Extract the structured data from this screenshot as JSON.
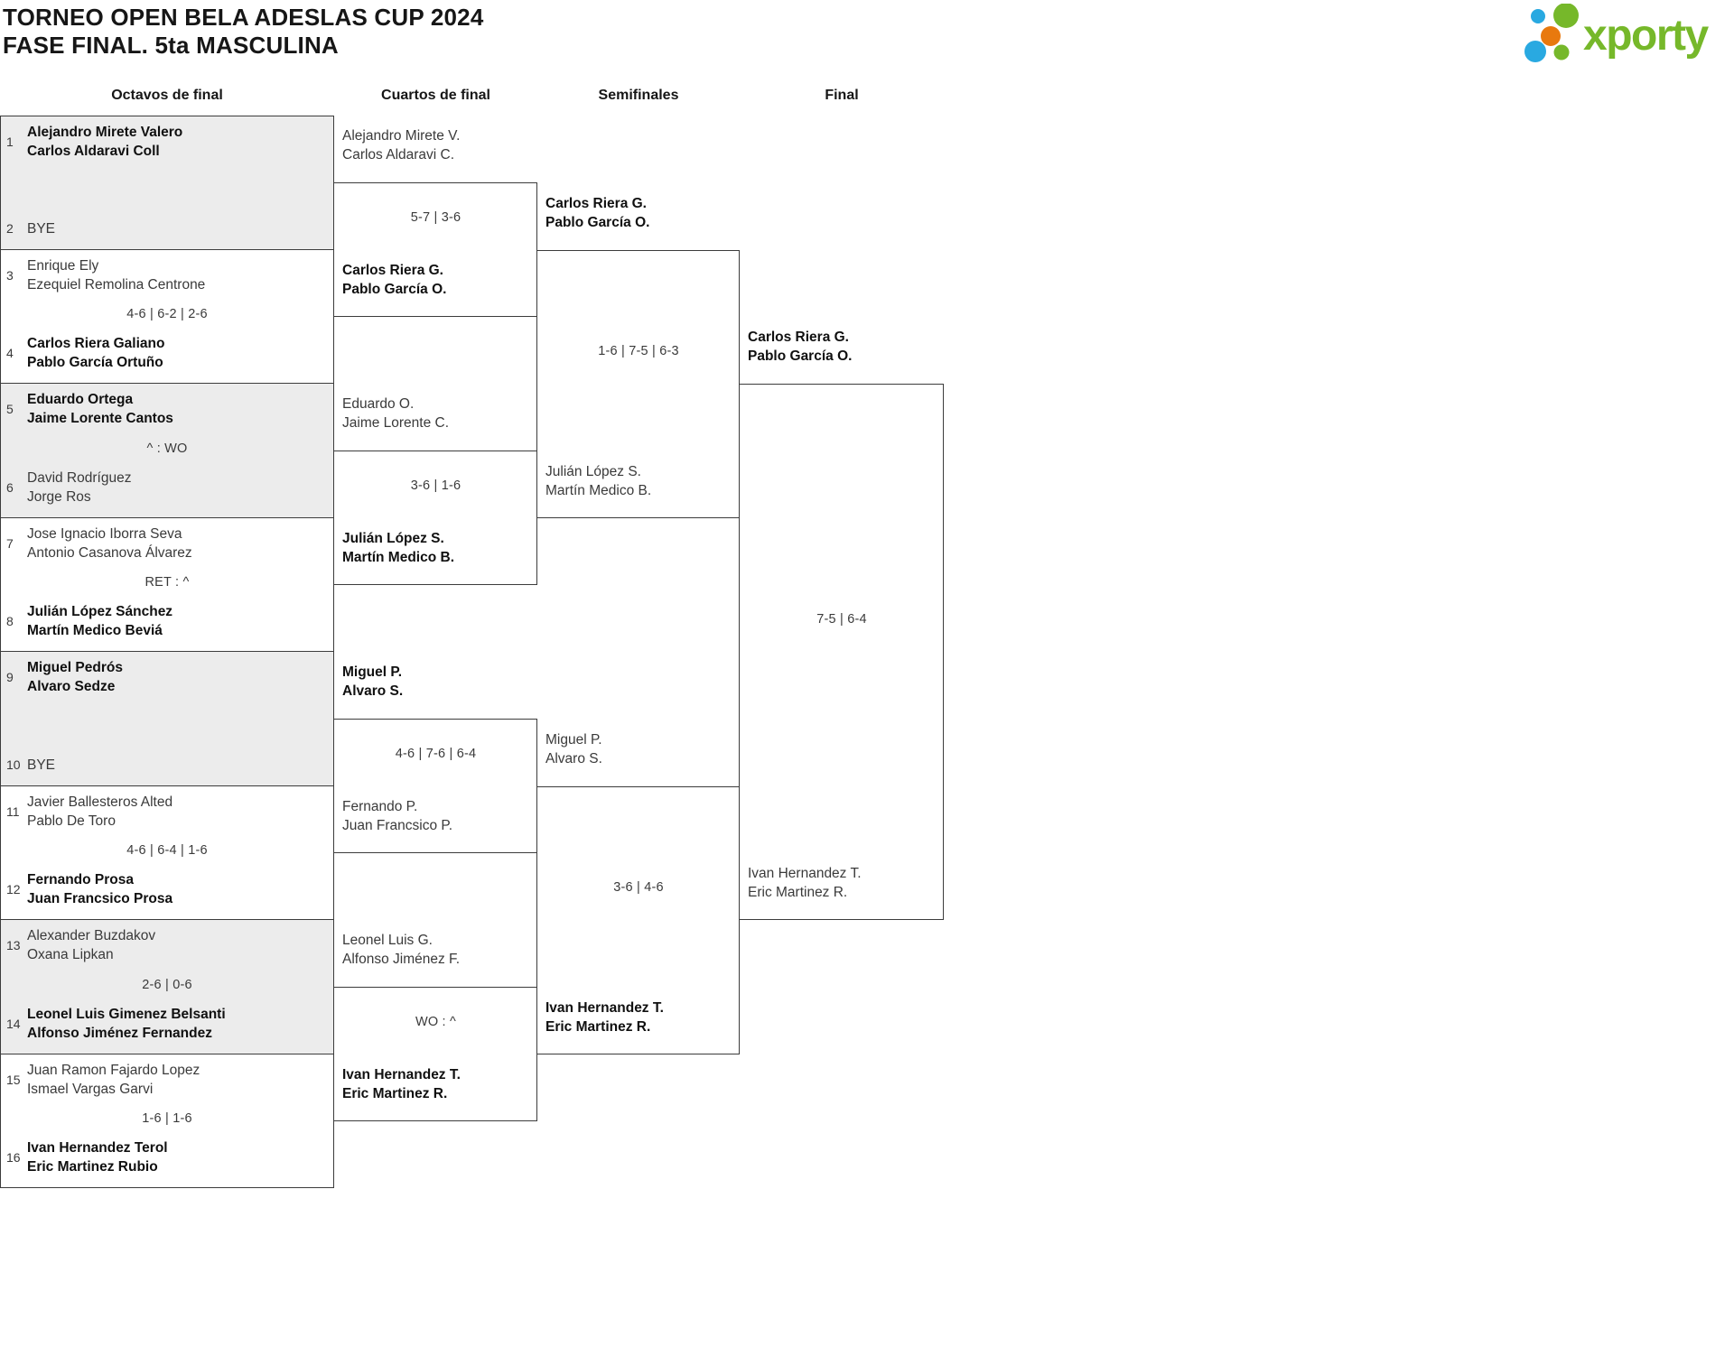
{
  "header": {
    "title_line1": "TORNEO OPEN BELA ADESLAS CUP 2024",
    "title_line2": "FASE FINAL. 5ta MASCULINA",
    "logo_text": "xporty"
  },
  "colors": {
    "line": "#3c3c3c",
    "shade": "#ececec",
    "logo_green": "#76b82a",
    "logo_blue": "#29a9e1",
    "logo_orange": "#e8790e",
    "text": "#3a3a3a",
    "text_winner": "#101010"
  },
  "columns": [
    {
      "label": "Octavos de final"
    },
    {
      "label": "Cuartos de final"
    },
    {
      "label": "Semifinales"
    },
    {
      "label": "Final"
    }
  ],
  "bracket": {
    "round16": [
      {
        "seedA": "1",
        "teamA": [
          "Alejandro Mirete Valero",
          "Carlos Aldaravi Coll"
        ],
        "winnerA": true,
        "score": "",
        "seedB": "2",
        "teamB": [
          "BYE"
        ],
        "winnerB": false,
        "shaded": true
      },
      {
        "seedA": "3",
        "teamA": [
          "Enrique Ely",
          "Ezequiel Remolina Centrone"
        ],
        "winnerA": false,
        "score": "4-6 | 6-2 | 2-6",
        "seedB": "4",
        "teamB": [
          "Carlos Riera Galiano",
          "Pablo García Ortuño"
        ],
        "winnerB": true,
        "shaded": false
      },
      {
        "seedA": "5",
        "teamA": [
          "Eduardo Ortega",
          "Jaime Lorente Cantos"
        ],
        "winnerA": true,
        "score": "^ : WO",
        "seedB": "6",
        "teamB": [
          "David Rodríguez",
          "Jorge Ros"
        ],
        "winnerB": false,
        "shaded": true
      },
      {
        "seedA": "7",
        "teamA": [
          "Jose Ignacio Iborra Seva",
          "Antonio Casanova Álvarez"
        ],
        "winnerA": false,
        "score": "RET : ^",
        "seedB": "8",
        "teamB": [
          "Julián López Sánchez",
          "Martín Medico Beviá"
        ],
        "winnerB": true,
        "shaded": false
      },
      {
        "seedA": "9",
        "teamA": [
          "Miguel Pedrós",
          "Alvaro Sedze"
        ],
        "winnerA": true,
        "score": "",
        "seedB": "10",
        "teamB": [
          "BYE"
        ],
        "winnerB": false,
        "shaded": true
      },
      {
        "seedA": "11",
        "teamA": [
          "Javier Ballesteros Alted",
          "Pablo De Toro"
        ],
        "winnerA": false,
        "score": "4-6 | 6-4 | 1-6",
        "seedB": "12",
        "teamB": [
          "Fernando Prosa",
          "Juan Francsico Prosa"
        ],
        "winnerB": true,
        "shaded": false
      },
      {
        "seedA": "13",
        "teamA": [
          "Alexander Buzdakov",
          "Oxana Lipkan"
        ],
        "winnerA": false,
        "score": "2-6 | 0-6",
        "seedB": "14",
        "teamB": [
          "Leonel Luis Gimenez Belsanti",
          "Alfonso Jiménez Fernandez"
        ],
        "winnerB": true,
        "shaded": true
      },
      {
        "seedA": "15",
        "teamA": [
          "Juan Ramon Fajardo Lopez",
          "Ismael Vargas Garvi"
        ],
        "winnerA": false,
        "score": "1-6 | 1-6",
        "seedB": "16",
        "teamB": [
          "Ivan Hernandez Terol",
          "Eric Martinez Rubio"
        ],
        "winnerB": true,
        "shaded": false
      }
    ],
    "quarterfinals": [
      {
        "teamA": [
          "Alejandro Mirete V.",
          "Carlos Aldaravi C."
        ],
        "winnerA": false,
        "score": "5-7 | 3-6",
        "teamB": [
          "Carlos Riera G.",
          "Pablo García O."
        ],
        "winnerB": true
      },
      {
        "teamA": [
          "Eduardo O.",
          "Jaime Lorente C."
        ],
        "winnerA": false,
        "score": "3-6 | 1-6",
        "teamB": [
          "Julián López S.",
          "Martín Medico B."
        ],
        "winnerB": true
      },
      {
        "teamA": [
          "Miguel P.",
          "Alvaro S."
        ],
        "winnerA": true,
        "score": "4-6 | 7-6 | 6-4",
        "teamB": [
          "Fernando P.",
          "Juan Francsico P."
        ],
        "winnerB": false
      },
      {
        "teamA": [
          "Leonel Luis G.",
          "Alfonso Jiménez F."
        ],
        "winnerA": false,
        "score": "WO : ^",
        "teamB": [
          "Ivan Hernandez T.",
          "Eric Martinez R."
        ],
        "winnerB": true
      }
    ],
    "semifinals": [
      {
        "teamA": [
          "Carlos Riera G.",
          "Pablo García O."
        ],
        "winnerA": true,
        "score": "1-6 | 7-5 | 6-3",
        "teamB": [
          "Julián López S.",
          "Martín Medico B."
        ],
        "winnerB": false
      },
      {
        "teamA": [
          "Miguel P.",
          "Alvaro S."
        ],
        "winnerA": false,
        "score": "3-6 | 4-6",
        "teamB": [
          "Ivan Hernandez T.",
          "Eric Martinez R."
        ],
        "winnerB": true
      }
    ],
    "final": [
      {
        "teamA": [
          "Carlos Riera G.",
          "Pablo García O."
        ],
        "winnerA": true,
        "score": "7-5 | 6-4",
        "teamB": [
          "Ivan Hernandez T.",
          "Eric Martinez R."
        ],
        "winnerB": false
      }
    ]
  }
}
